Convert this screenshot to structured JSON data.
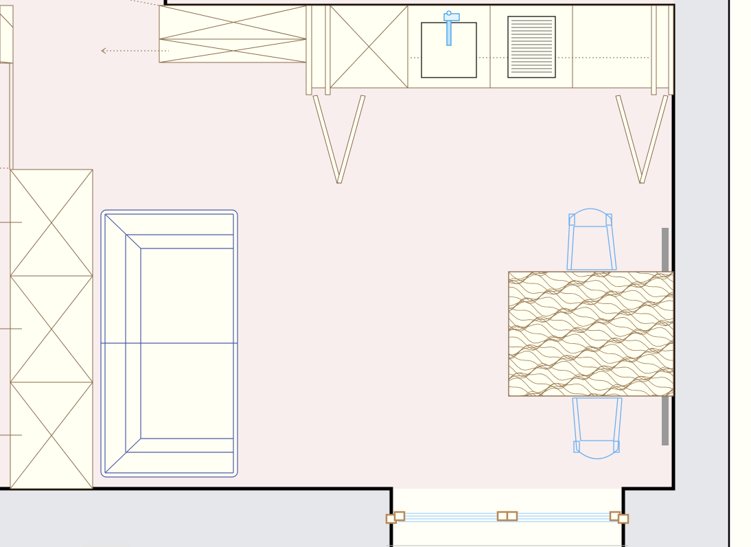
{
  "canvas": {
    "room_floor_color": "#f8eeee",
    "wall_fill_color": "#e6e7ea",
    "wall_line_color": "#000000",
    "cabinet_fill_color": "#fffff2",
    "cabinet_line_color": "#8a6a4a",
    "sofa_line_color": "#4a5aa8",
    "chair_line_color": "#6aaef0",
    "tap_color": "#3a9ee8",
    "panel_color": "#999999",
    "window_frame_color": "#b8885a"
  },
  "elements": [
    "wall-cabinet-top-left",
    "kitchen-counter",
    "sink",
    "faucet-icon",
    "dishwasher",
    "cabinet-door-left",
    "cabinet-door-right",
    "tall-cabinets-left",
    "sofa",
    "dining-table",
    "chair-top",
    "chair-bottom",
    "side-panel",
    "window",
    "walls"
  ]
}
